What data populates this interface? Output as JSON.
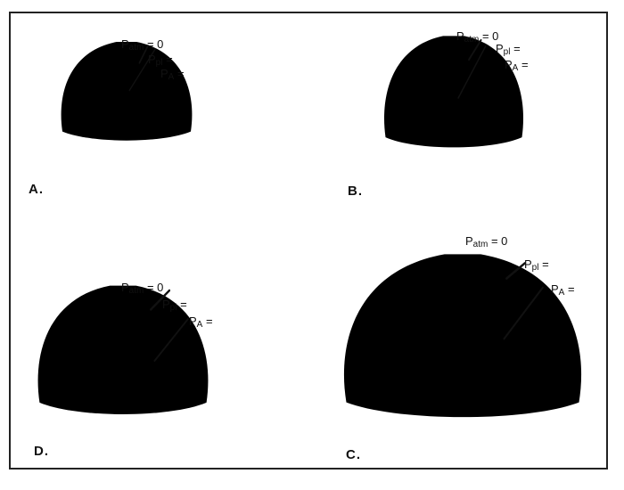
{
  "panels": [
    {
      "id": "A",
      "label": "A.",
      "p_atm": {
        "sym": "P",
        "sub": "atm",
        "eq": "= 0"
      },
      "p_pl": {
        "sym": "P",
        "sub": "pl",
        "eq": "="
      },
      "p_a": {
        "sym": "P",
        "sub": "A",
        "eq": "="
      }
    },
    {
      "id": "B",
      "label": "B.",
      "p_atm": {
        "sym": "P",
        "sub": "atm",
        "eq": "= 0"
      },
      "p_pl": {
        "sym": "P",
        "sub": "pl",
        "eq": "="
      },
      "p_a": {
        "sym": "P",
        "sub": "A",
        "eq": "="
      }
    },
    {
      "id": "D",
      "label": "D.",
      "p_atm": {
        "sym": "P",
        "sub": "atm",
        "eq": "= 0"
      },
      "p_pl": {
        "sym": "P",
        "sub": "pl",
        "eq": "="
      },
      "p_a": {
        "sym": "P",
        "sub": "A",
        "eq": "="
      }
    },
    {
      "id": "C",
      "label": "C.",
      "p_atm": {
        "sym": "P",
        "sub": "atm",
        "eq": "= 0"
      },
      "p_pl": {
        "sym": "P",
        "sub": "pl",
        "eq": "="
      },
      "p_a": {
        "sym": "P",
        "sub": "A",
        "eq": "="
      }
    }
  ]
}
